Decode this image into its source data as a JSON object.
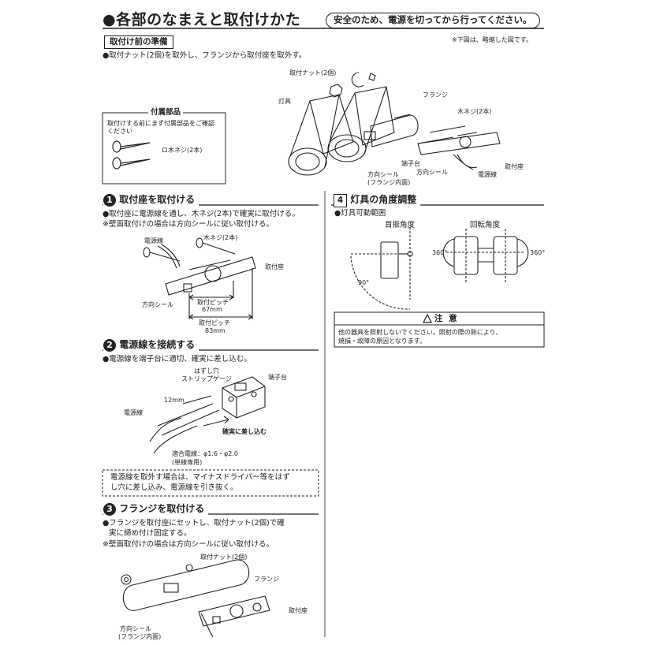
{
  "header": {
    "title": "●各部のなまえと取付けかた",
    "safety_note": "安全のため、電源を切ってから行ってください。"
  },
  "prep": {
    "label": "取付け前の準備",
    "diagram_note": "※下図は、略縮した図です。",
    "instruction": "●取付ナット(2個)を取外し、フランジから取付座を取外す。",
    "parts_title": "付属部品",
    "parts_desc_1": "取付けする前にまず付属部品をご確認",
    "parts_desc_2": "ください",
    "screw_label": "ロ木ネジ(2本)",
    "labels": {
      "nut": "取付ナット(2個)",
      "fixture": "灯具",
      "flange": "フランジ",
      "wood_screw": "木ネジ(2本)",
      "terminal": "端子台",
      "direction_seal": "方向シール",
      "direction_seal_inner_1": "方向シール",
      "direction_seal_inner_2": "(フランジ内面)",
      "power_line": "電源線",
      "mount": "取付座"
    }
  },
  "step1": {
    "num": "1",
    "title": "取付座を取付ける",
    "line1": "●取付座に電源線を通し、木ネジ(2本)で確実に取付ける。",
    "line2": "※壁面取付けの場合は方向シールに従い取付ける。",
    "labels": {
      "power_line": "電源線",
      "wood_screw": "木ネジ(2本)",
      "mount": "取付座",
      "direction_seal": "方向シール",
      "pitch1_label": "取付ピッチ",
      "pitch1_value": "67mm",
      "pitch2_label": "取付ピッチ",
      "pitch2_value": "83mm"
    }
  },
  "step2": {
    "num": "2",
    "title": "電源線を接続する",
    "line1": "●電源線を端子台に適切、確実に差し込む。",
    "labels": {
      "strip_1": "はずし穴",
      "strip_2": "ストリップゲージ",
      "terminal": "端子台",
      "length": "12mm",
      "power_line": "電源線",
      "insert": "確実に差し込む",
      "wire_spec": "適合電線：φ1.6・φ2.0",
      "wire_type": "(単線専用)"
    },
    "note_1": "電源線を取外す場合は、マイナスドライバー等をはず",
    "note_2": "し穴に差し込み、電源線を引き抜く。"
  },
  "step3": {
    "num": "3",
    "title": "フランジを取付ける",
    "line1": "●フランジを取付座にセットし、取付ナット(2個)で確",
    "line2": "実に締め付け固定する。",
    "line3": "※壁面取付けの場合は方向シールに従い取付ける。",
    "labels": {
      "nut": "取付ナット(2個)",
      "flange": "フランジ",
      "mount": "取付座",
      "seal_1": "方向シール",
      "seal_2": "(フランジ内面)"
    }
  },
  "step4": {
    "num": "4",
    "title": "灯具の角度調整",
    "line1": "●灯具可動範囲",
    "tilt_label": "首振角度",
    "rotate_label": "回転角度",
    "tilt_angle": "90°",
    "rot_left": "360°",
    "rot_right": "360°",
    "caution_title": "注 意",
    "caution_1": "他の器具を照射しないでください。照射の際の熱により、",
    "caution_2": "焼損・故障の原因となります。"
  }
}
